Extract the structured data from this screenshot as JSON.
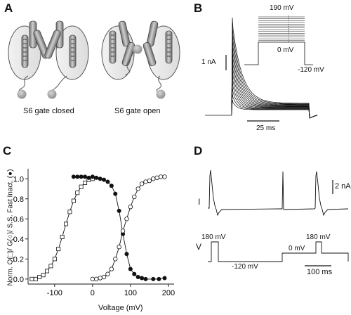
{
  "panels": {
    "a": {
      "letter": "A",
      "left_caption": "S6 gate closed",
      "right_caption": "S6 gate open"
    },
    "b": {
      "letter": "B",
      "scale_current": "1 nA",
      "scale_time": "25 ms",
      "protocol_top": "190 mV",
      "protocol_mid": "0 mV",
      "protocol_bottom": "-120 mV"
    },
    "c": {
      "letter": "C",
      "ylabel": "Norm. Q(□)/ G(○)/ S.S. Fast Inact. (●)",
      "xlabel": "Voltage (mV)"
    },
    "d": {
      "letter": "D",
      "trace_label_i": "I",
      "trace_label_v": "V",
      "scale_current": "2 nA",
      "scale_time": "100 ms",
      "v_label_1": "180 mV",
      "v_label_2": "-120 mV",
      "v_label_3": "0 mV",
      "v_label_4": "180 mV"
    }
  },
  "chart_data": {
    "type": "scatter",
    "xlabel": "Voltage (mV)",
    "ylabel": "Norm. Q(□)/ G(○)/ S.S. Fast Inact. (●)",
    "xlim": [
      -170,
      215
    ],
    "ylim": [
      -0.05,
      1.1
    ],
    "x_ticks": [
      "-100",
      "0",
      "100",
      "200"
    ],
    "y_ticks": [
      "0.0",
      "0.2",
      "0.4",
      "0.6",
      "0.8",
      "1.0"
    ],
    "series": [
      {
        "marker": "open-square",
        "points": [
          [
            -160,
            0.0
          ],
          [
            -150,
            0.0
          ],
          [
            -140,
            0.02
          ],
          [
            -130,
            0.04
          ],
          [
            -120,
            0.08
          ],
          [
            -110,
            0.13
          ],
          [
            -100,
            0.2
          ],
          [
            -90,
            0.3
          ],
          [
            -80,
            0.42
          ],
          [
            -70,
            0.55
          ],
          [
            -60,
            0.67
          ],
          [
            -50,
            0.78
          ],
          [
            -40,
            0.86
          ],
          [
            -30,
            0.92
          ],
          [
            -20,
            0.96
          ],
          [
            -10,
            0.99
          ],
          [
            0,
            1.0
          ]
        ]
      },
      {
        "marker": "filled-circle",
        "points": [
          [
            -50,
            1.02
          ],
          [
            -40,
            1.02
          ],
          [
            -30,
            1.02
          ],
          [
            -20,
            1.02
          ],
          [
            -10,
            1.01
          ],
          [
            0,
            1.02
          ],
          [
            10,
            1.01
          ],
          [
            20,
            1.0
          ],
          [
            30,
            0.99
          ],
          [
            40,
            0.97
          ],
          [
            50,
            0.93
          ],
          [
            60,
            0.85
          ],
          [
            70,
            0.68
          ],
          [
            80,
            0.45
          ],
          [
            90,
            0.25
          ],
          [
            100,
            0.1
          ],
          [
            110,
            0.05
          ],
          [
            120,
            0.02
          ],
          [
            130,
            0.01
          ],
          [
            140,
            0.0
          ],
          [
            160,
            0.0
          ],
          [
            175,
            0.0
          ],
          [
            190,
            0.01
          ]
        ]
      },
      {
        "marker": "open-circle",
        "points": [
          [
            0,
            0.0
          ],
          [
            10,
            0.0
          ],
          [
            20,
            0.01
          ],
          [
            30,
            0.02
          ],
          [
            40,
            0.05
          ],
          [
            50,
            0.1
          ],
          [
            60,
            0.2
          ],
          [
            70,
            0.32
          ],
          [
            80,
            0.48
          ],
          [
            90,
            0.6
          ],
          [
            100,
            0.72
          ],
          [
            110,
            0.82
          ],
          [
            120,
            0.9
          ],
          [
            130,
            0.95
          ],
          [
            140,
            0.97
          ],
          [
            150,
            0.98
          ],
          [
            160,
            1.0
          ],
          [
            170,
            1.01
          ],
          [
            180,
            1.02
          ],
          [
            190,
            1.02
          ]
        ]
      }
    ]
  }
}
